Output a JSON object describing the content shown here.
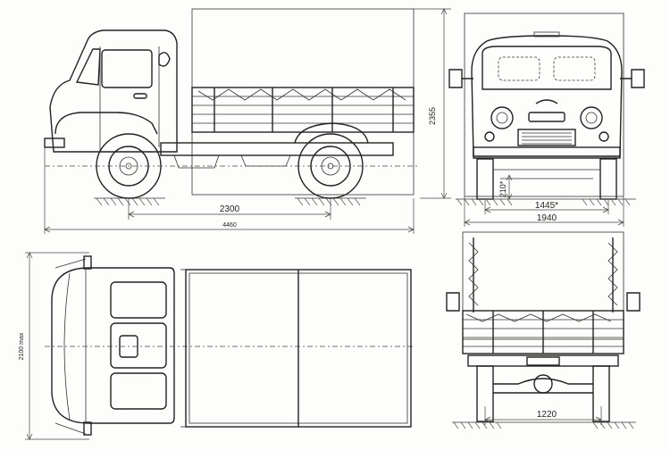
{
  "dimensions": {
    "wheelbase": "2300",
    "overall_length": "4460",
    "overall_height": "2355",
    "front_track": "1445*",
    "overall_width": "1940",
    "ground_clearance": "210*",
    "rear_track": "1220",
    "width_mirrors": "2100 max"
  },
  "colors": {
    "line": "#222222",
    "paper": "#fdfdfb"
  }
}
